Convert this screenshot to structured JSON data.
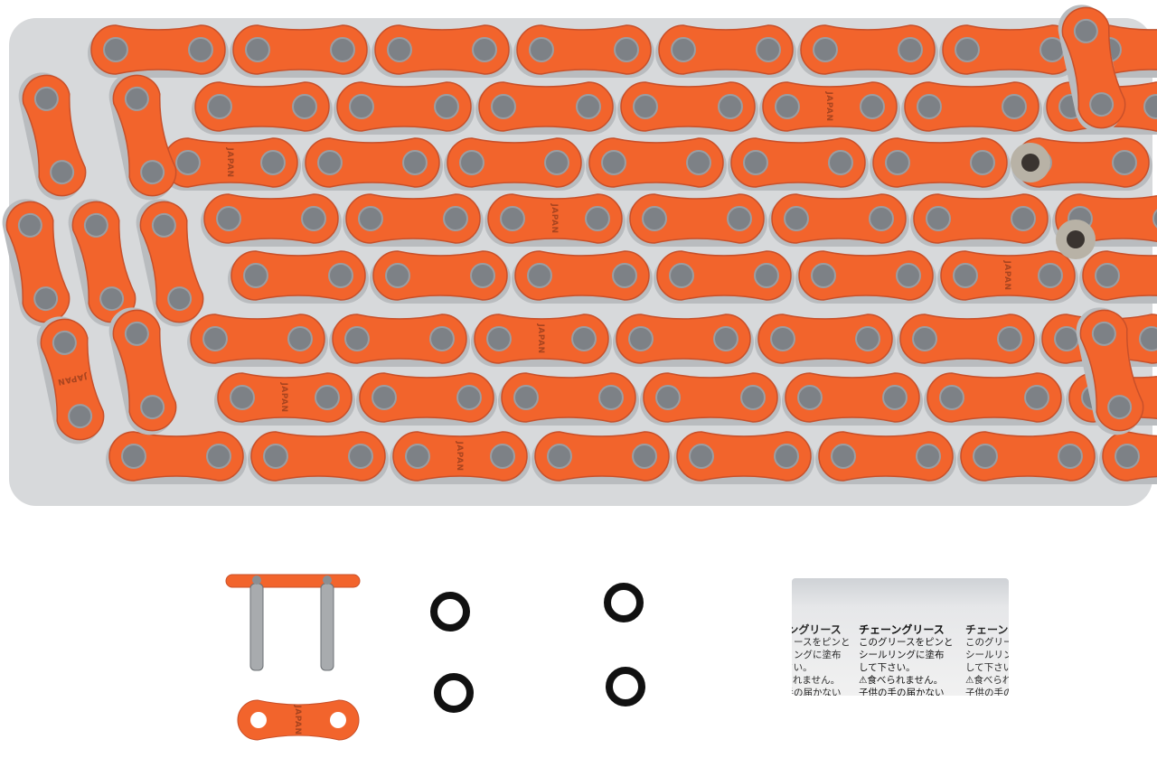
{
  "colors": {
    "plate": "#f2642c",
    "plate_edge": "#c8502a",
    "steel": "#b9bcbf",
    "pin": "#7d8186",
    "oring": "#111111"
  },
  "chain": {
    "link_marking": "JAPAN",
    "rows": 8
  },
  "kit": {
    "master_link": "connecting-link",
    "o_rings": 4,
    "side_plate": "side-plate"
  },
  "grease_packet": {
    "title": "チェーングリース",
    "line1": "このグリースをピンと",
    "line2": "シールリングに塗布",
    "line3": "して下さい。",
    "warning": "食べられません。",
    "line5": "子供の手の届かない"
  }
}
